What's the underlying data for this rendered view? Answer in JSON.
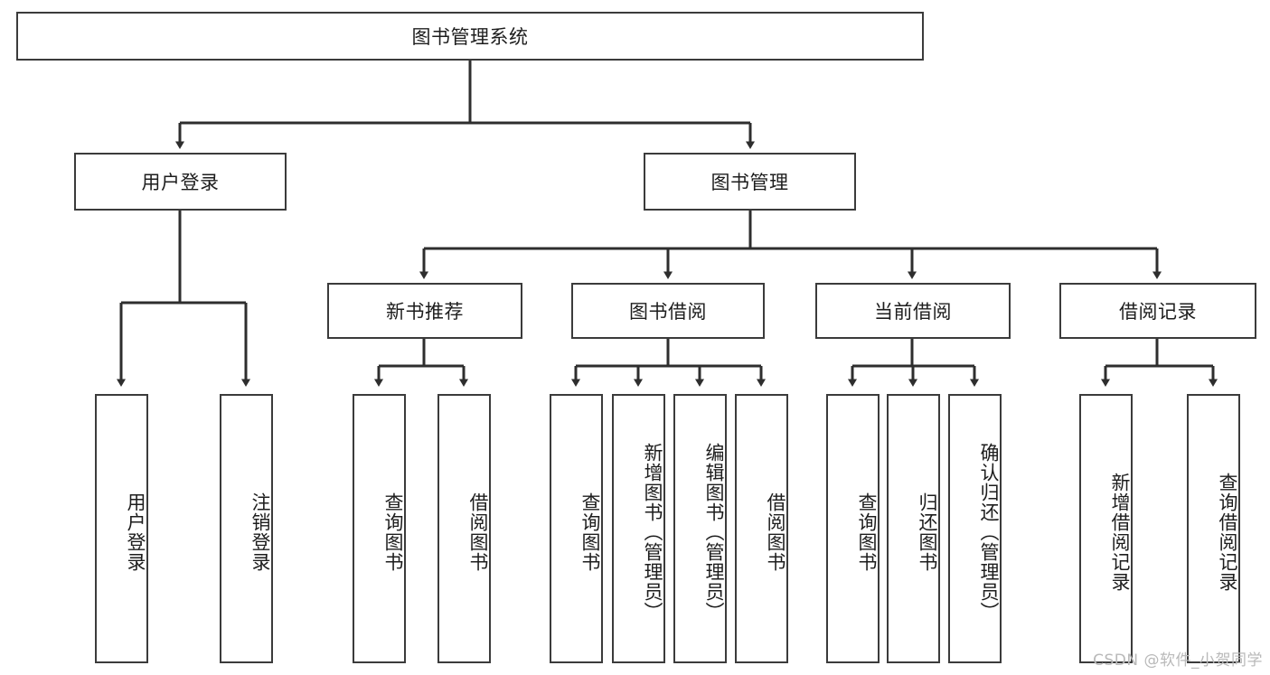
{
  "diagram": {
    "type": "tree",
    "title": "图书管理系统",
    "root": {
      "id": "root",
      "label": "图书管理系统"
    },
    "level2": [
      {
        "id": "user-login",
        "label": "用户登录"
      },
      {
        "id": "book-management",
        "label": "图书管理"
      }
    ],
    "level3": [
      {
        "id": "new-book-recommend",
        "label": "新书推荐"
      },
      {
        "id": "book-borrow",
        "label": "图书借阅"
      },
      {
        "id": "current-borrow",
        "label": "当前借阅"
      },
      {
        "id": "borrow-record",
        "label": "借阅记录"
      }
    ],
    "leaves": {
      "user-login": [
        {
          "id": "leaf-user-login",
          "label": "用户登录"
        },
        {
          "id": "leaf-user-logout",
          "label": "注销登录"
        }
      ],
      "new-book-recommend": [
        {
          "id": "leaf-query-book-1",
          "label": "查询图书"
        },
        {
          "id": "leaf-borrow-book-1",
          "label": "借阅图书"
        }
      ],
      "book-borrow": [
        {
          "id": "leaf-query-book-2",
          "label": "查询图书"
        },
        {
          "id": "leaf-add-book-admin",
          "label": "新增图书（管理员）"
        },
        {
          "id": "leaf-edit-book-admin",
          "label": "编辑图书（管理员）"
        },
        {
          "id": "leaf-borrow-book-2",
          "label": "借阅图书"
        }
      ],
      "current-borrow": [
        {
          "id": "leaf-query-book-3",
          "label": "查询图书"
        },
        {
          "id": "leaf-return-book",
          "label": "归还图书"
        },
        {
          "id": "leaf-confirm-return-admin",
          "label": "确认归还（管理员）"
        }
      ],
      "borrow-record": [
        {
          "id": "leaf-add-borrow-record",
          "label": "新增借阅记录"
        },
        {
          "id": "leaf-query-borrow-record",
          "label": "查询借阅记录"
        }
      ]
    }
  },
  "watermark": {
    "text": "CSDN @软件_小贺同学"
  },
  "colors": {
    "stroke": "#3b3b3b",
    "background": "#ffffff",
    "text": "#1d1d1d",
    "watermark": "#b9b9b9"
  }
}
